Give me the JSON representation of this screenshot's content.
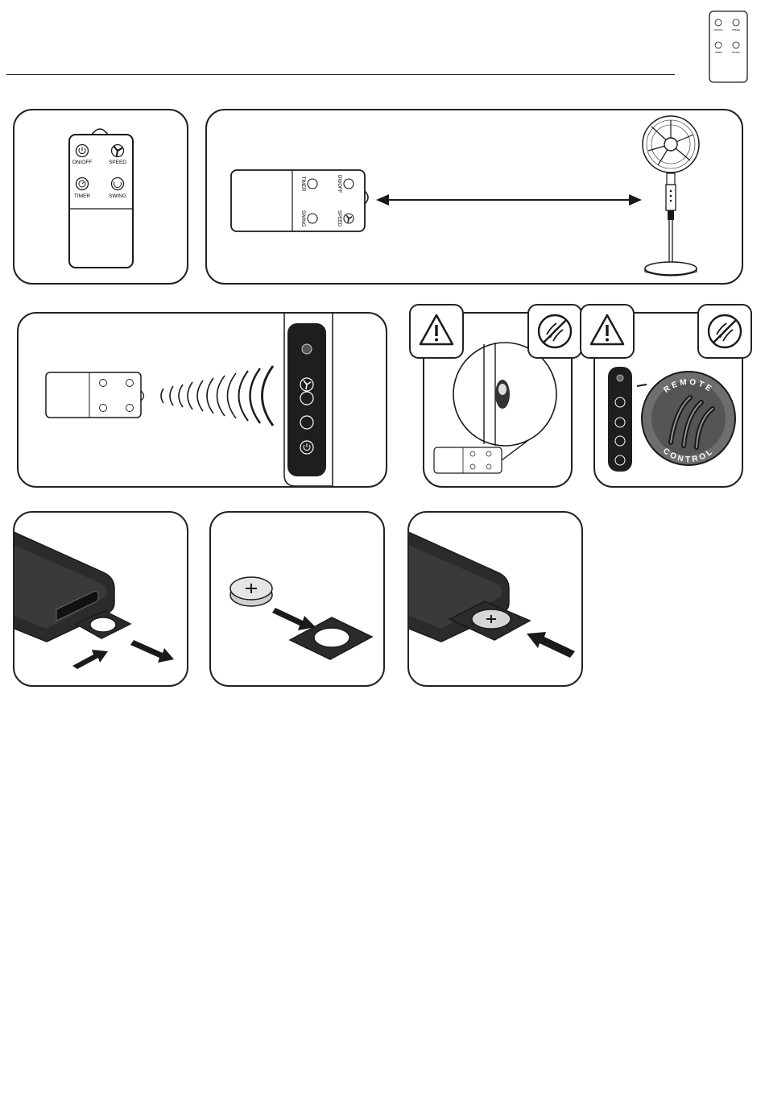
{
  "remote_labels": {
    "on_off": "ON/OFF",
    "speed": "SPEED",
    "timer": "TIMER",
    "swing": "SWING"
  },
  "badge_text": {
    "top": "REMOTE",
    "bottom": "CONTROL"
  },
  "colors": {
    "ink": "#1a1a1a",
    "dark_fill": "#2b2b2b",
    "mid_gray": "#6e6e6e",
    "light_gray": "#d9d9d9",
    "paper": "#ffffff"
  },
  "icons": [
    "power-icon",
    "fan-speed-icon",
    "timer-icon",
    "swing-icon",
    "warning-triangle-icon",
    "no-scratch-icon",
    "coin-battery-icon",
    "push-arrow-icon"
  ]
}
